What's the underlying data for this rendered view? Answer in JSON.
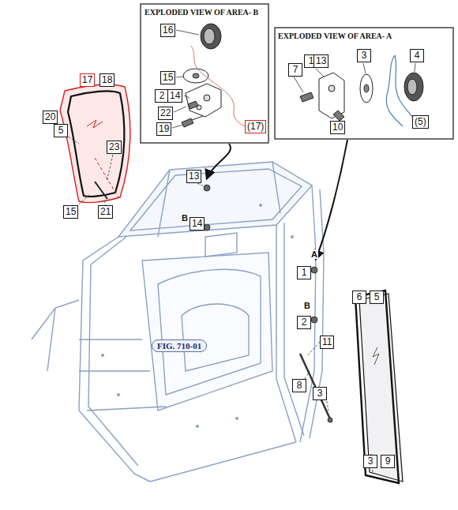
{
  "diagram": {
    "labels": [
      "EXPLODED VIEW OF AREA- B",
      "16",
      "15",
      "2",
      "14",
      "22",
      "19",
      "(17)",
      "EXPLODED VIEW OF AREA- A",
      "7",
      "1",
      "13",
      "3",
      "4",
      "10",
      "(5)",
      "17",
      "18",
      "20",
      "5",
      "23",
      "15",
      "21",
      "13",
      "B",
      "14",
      "A",
      "1",
      "B",
      "2",
      "11",
      "6",
      "5",
      "8",
      "3",
      "FIG. 710-01",
      "3",
      "9"
    ]
  }
}
